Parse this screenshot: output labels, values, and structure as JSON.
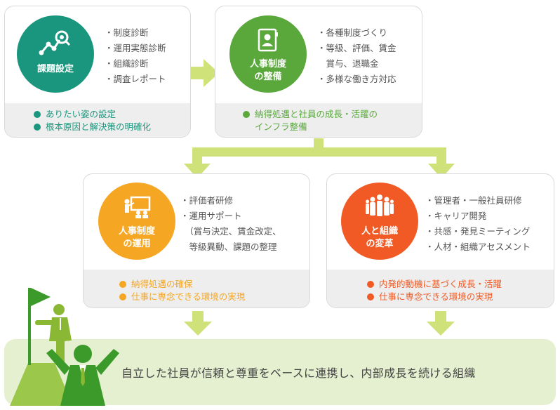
{
  "boxes": {
    "issue": {
      "title": "課題設定",
      "items": [
        "・制度診断",
        "・運用実態診断",
        "・組織診断",
        "・調査レポート"
      ],
      "outcomes": [
        "ありたい姿の設定",
        "根本原因と解決策の明確化"
      ],
      "color": "#19967d",
      "icon": "chart-magnifier-icon"
    },
    "system": {
      "title_line1": "人事制度",
      "title_line2": "の整備",
      "items": [
        "・各種制度づくり",
        "・等級、評価、賃金",
        "　賞与、退職金",
        "・多様な働き方対応"
      ],
      "outcome_line1": "納得処遇と社員の成長・活躍の",
      "outcome_line2": "インフラ整備",
      "color": "#5aa83c",
      "icon": "id-badge-icon"
    },
    "operation": {
      "title_line1": "人事制度",
      "title_line2": "の運用",
      "items": [
        "・評価者研修",
        "・運用サポート",
        "　（賞与決定、賃金改定、",
        "　等級異動、課題の整理"
      ],
      "outcomes": [
        "納得処遇の確保",
        "仕事に専念できる環境の実現"
      ],
      "color": "#f5a623",
      "icon": "presentation-icon"
    },
    "people": {
      "title_line1": "人と組織",
      "title_line2": "の変革",
      "items": [
        "・管理者・一般社員研修",
        "・キャリア開発",
        "・共感・発見ミーティング",
        "・人材・組織アセスメント"
      ],
      "outcomes": [
        "内発的動機に基づく成長・活躍",
        "仕事に専念できる環境の実現"
      ],
      "color": "#f15a24",
      "icon": "group-people-icon"
    }
  },
  "banner": {
    "text": "自立した社員が信頼と尊重をベースに連携し、内部成長を続ける組織"
  },
  "colors": {
    "arrow": "#cfe27a",
    "banner_bg": "#e4f0cf",
    "figure_green": "#3c9a2a"
  }
}
